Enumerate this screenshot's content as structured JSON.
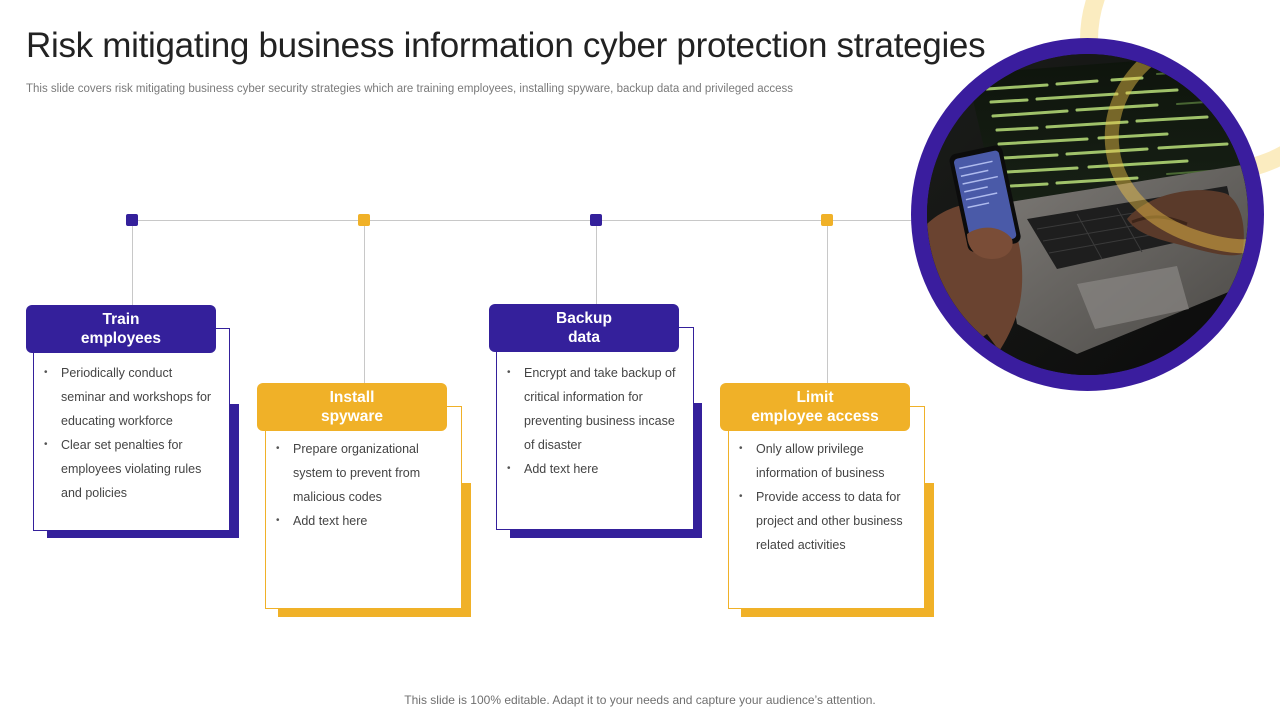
{
  "slide": {
    "title": "Risk mitigating business information cyber protection strategies",
    "subtitle": "This slide covers risk mitigating business cyber security strategies which are training employees, installing spyware, backup data and privileged access",
    "footer": "This slide is 100% editable. Adapt it to your needs and capture your audience’s attention."
  },
  "colors": {
    "purple": "#34209b",
    "yellow": "#f0b128",
    "line": "#c8c8c8"
  },
  "strategies": [
    {
      "title": "Train\nemployees",
      "color": "purple",
      "bullets": [
        "Periodically conduct seminar and workshops for educating workforce",
        "Clear set penalties for employees violating rules and policies"
      ]
    },
    {
      "title": "Install\nspyware",
      "color": "yellow",
      "bullets": [
        "Prepare organizational system to prevent from malicious codes",
        "Add text here"
      ]
    },
    {
      "title": "Backup\ndata",
      "color": "purple",
      "bullets": [
        "Encrypt and take backup of critical information for preventing business incase of disaster",
        "Add text here"
      ]
    },
    {
      "title": "Limit\nemployee access",
      "color": "yellow",
      "bullets": [
        "Only allow privilege information of business",
        "Provide access to data for project and other business related activities"
      ]
    }
  ],
  "image": {
    "icon": "laptop-phone-photo"
  }
}
